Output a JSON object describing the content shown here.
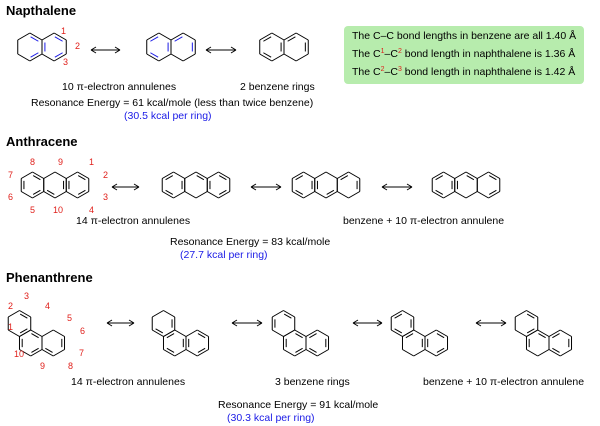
{
  "sections": {
    "naphthalene": {
      "title": "Napthalene",
      "label_annulenes": "10 π-electron annulenes",
      "label_benzene": "2 benzene rings",
      "resonance": "Resonance Energy = 61 kcal/mole (less than twice benzene)",
      "per_ring": "(30.5 kcal per ring)",
      "numbers": [
        "1",
        "2",
        "3"
      ]
    },
    "anthracene": {
      "title": "Anthracene",
      "label_annulenes": "14 π-electron annulenes",
      "label_mixed": "benzene + 10 π-electron annulene",
      "resonance": "Resonance Energy = 83 kcal/mole",
      "per_ring": "(27.7 kcal per ring)",
      "numbers": [
        "8",
        "9",
        "1",
        "7",
        "2",
        "6",
        "3",
        "5",
        "10",
        "4"
      ]
    },
    "phenanthrene": {
      "title": "Phenanthrene",
      "label_annulenes": "14 π-electron annulenes",
      "label_benzene": "3 benzene rings",
      "label_mixed": "benzene + 10 π-electron annulene",
      "resonance": "Resonance Energy = 91 kcal/mole",
      "per_ring": "(30.3 kcal per ring)",
      "numbers": [
        "3",
        "4",
        "2",
        "1",
        "5",
        "6",
        "10",
        "7",
        "9",
        "8"
      ]
    }
  },
  "infobox": {
    "line1": "The C–C bond lengths in benzene are all 1.40 Å",
    "line2_pre": "The C",
    "line2_sup1": "1",
    "line2_mid": "–C",
    "line2_sup2": "2",
    "line2_post": " bond length in naphthalene is 1.36 Å",
    "line3_pre": "The C",
    "line3_sup1": "2",
    "line3_mid": "–C",
    "line3_sup2": "3",
    "line3_post": " bond length in naphthalene is 1.42 Å"
  },
  "colors": {
    "accent_red": "#e0201b",
    "accent_blue": "#1a1ae6",
    "box_green": "#b7ecad"
  },
  "structures": {
    "napthalene": {
      "count": 3,
      "numbered": 1
    },
    "anthracene": {
      "count": 4,
      "numbered": 1
    },
    "phenanthrene": {
      "count": 5,
      "numbered": 1
    },
    "resonance_arrow_icon": "double-headed-arrow"
  }
}
